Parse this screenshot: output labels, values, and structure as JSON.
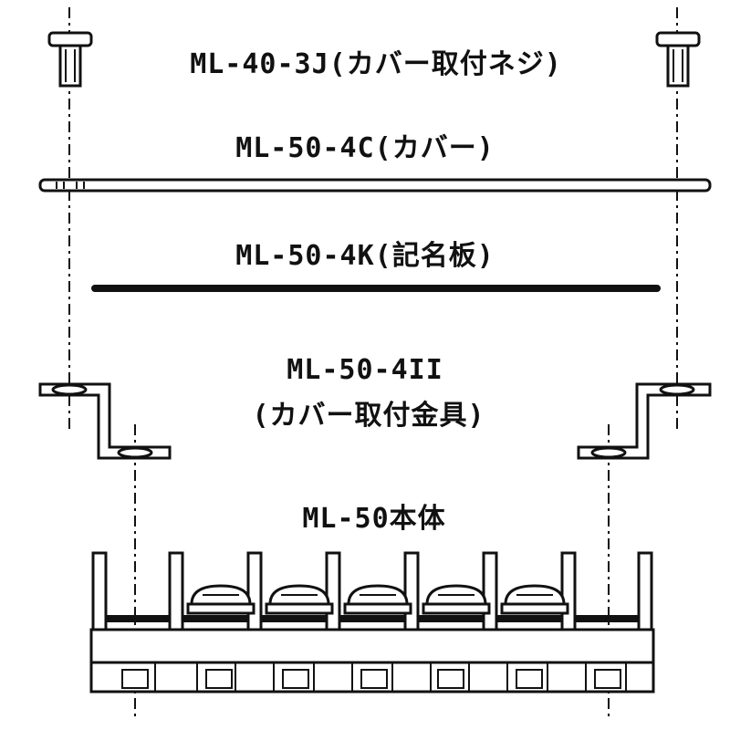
{
  "labels": {
    "screw": "ML-40-3J(カバー取付ネジ)",
    "cover": "ML-50-4C(カバー)",
    "nameplate": "ML-50-4K(記名板)",
    "bracket_code": "ML-50-4II",
    "bracket_desc": "(カバー取付金具)",
    "body": "ML-50本体"
  }
}
